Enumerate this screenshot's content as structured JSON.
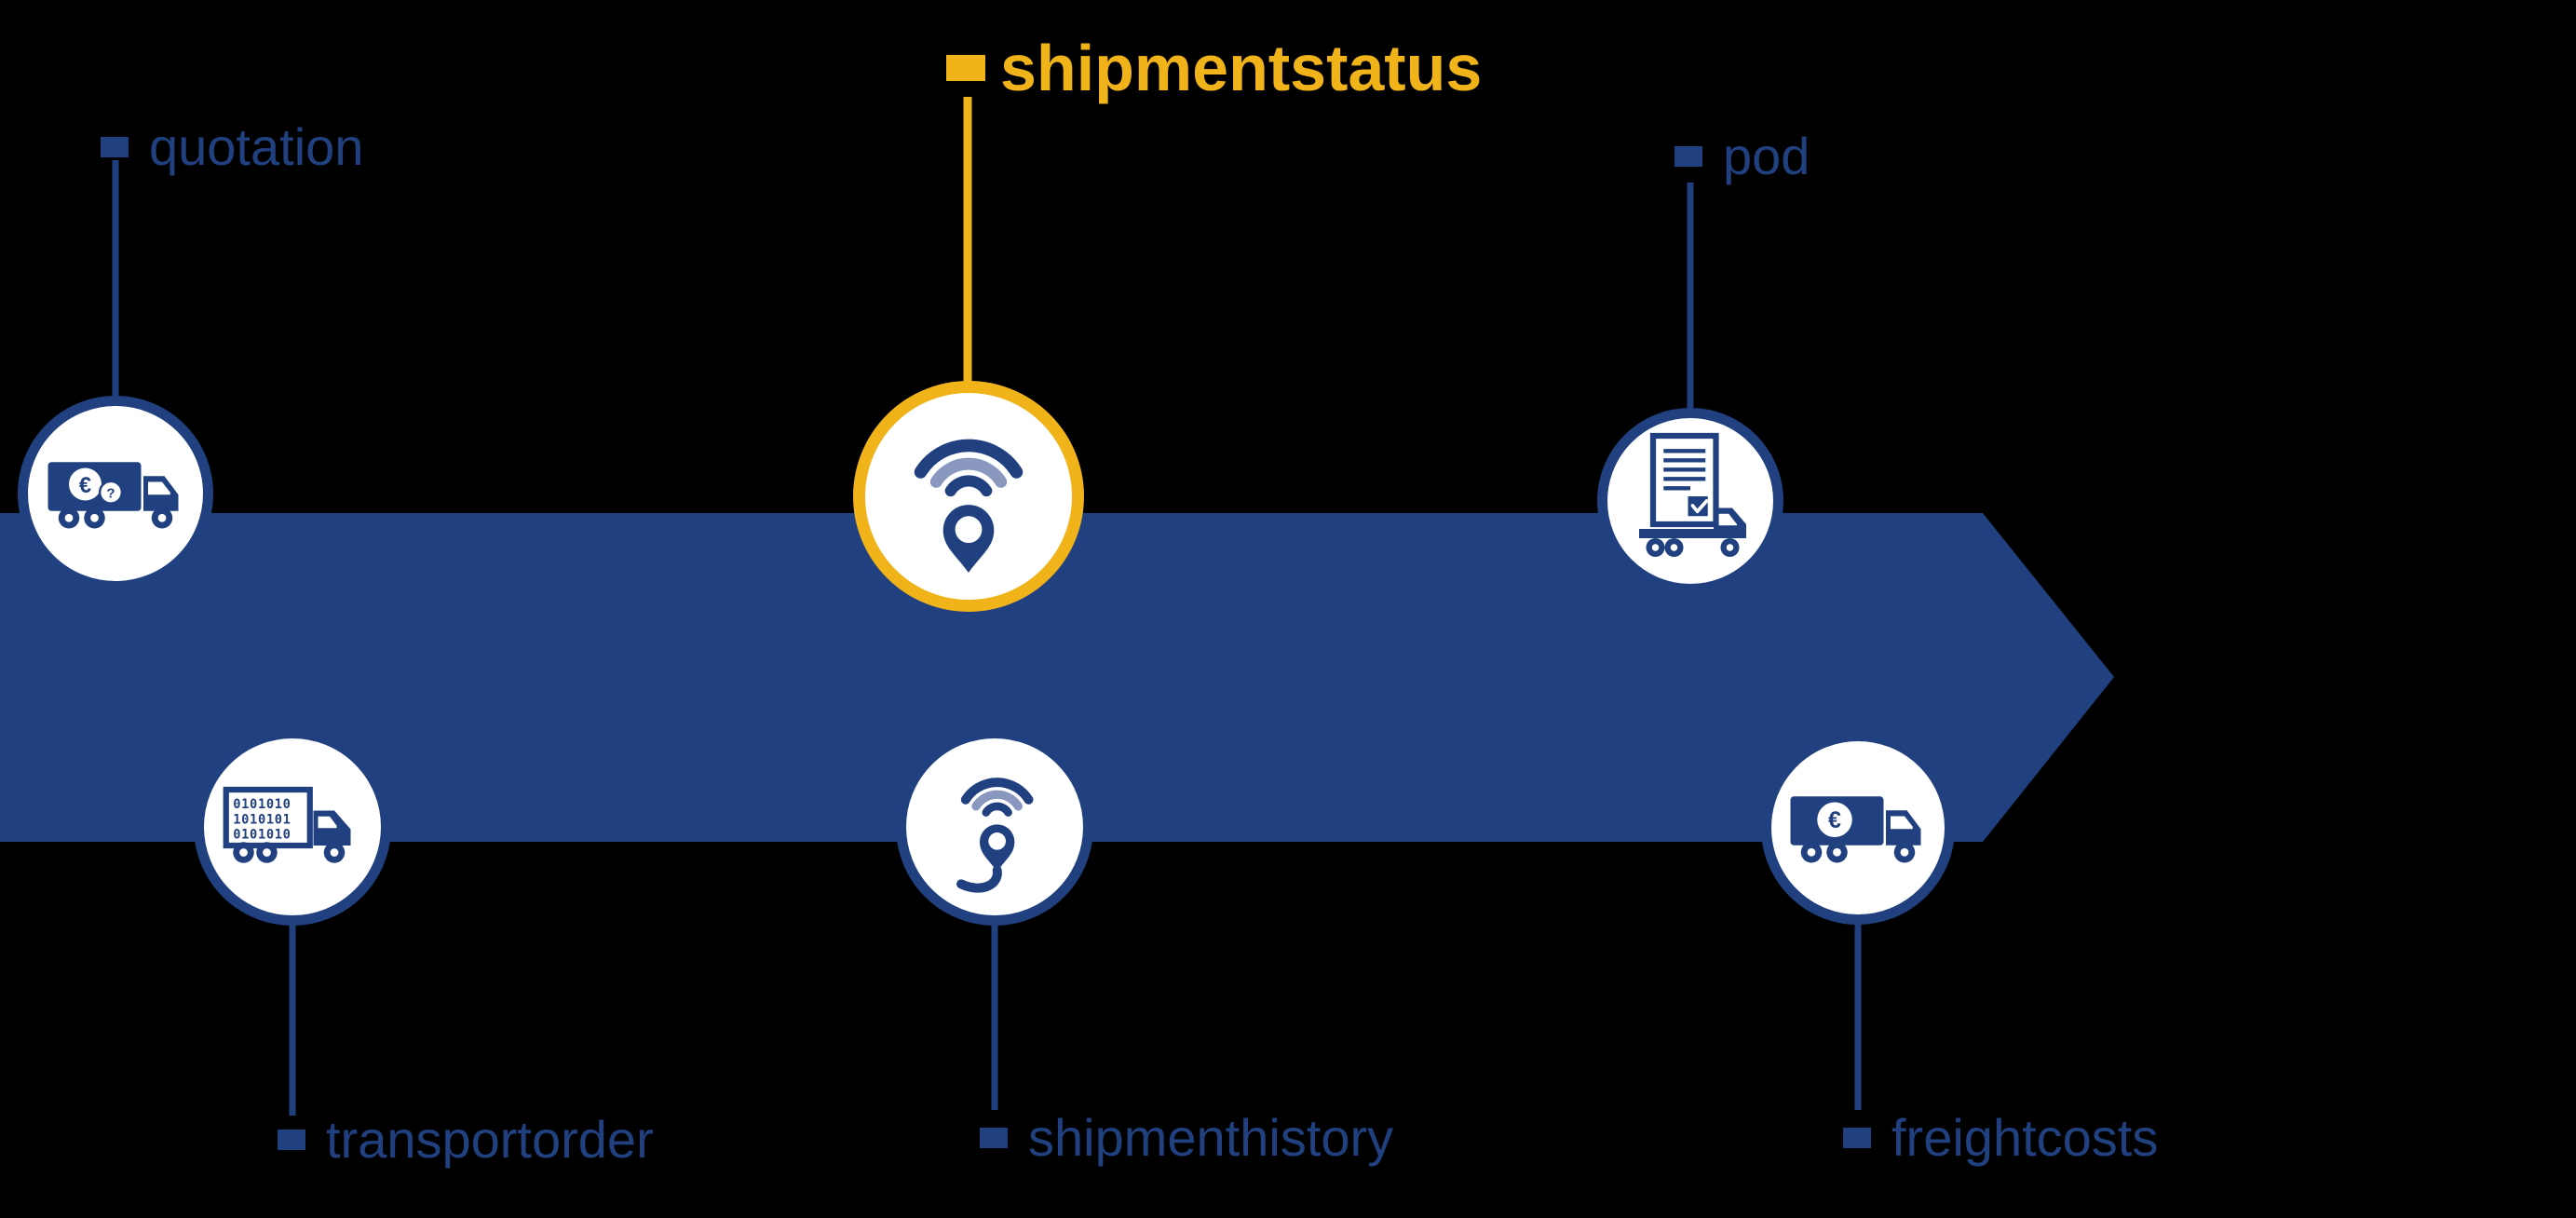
{
  "colors": {
    "navy": "#20407f",
    "gold": "#f0b31a",
    "slate": "#8a97bf",
    "white": "#ffffff"
  },
  "diagram": {
    "description": "shipment process flow arrow",
    "stages": [
      {
        "id": "quotation",
        "label": "quotation",
        "position": "top",
        "highlighted": false,
        "icon": "truck-euro-quote-icon",
        "coin_primary": "€",
        "coin_secondary": "?"
      },
      {
        "id": "transportorder",
        "label": "transportorder",
        "position": "bottom",
        "highlighted": false,
        "icon": "truck-binary-icon",
        "binary_lines": [
          "0101010",
          "1010101",
          "0101010"
        ]
      },
      {
        "id": "shipmentstatus",
        "label": "shipmentstatus",
        "position": "top",
        "highlighted": true,
        "icon": "gps-pin-wifi-icon"
      },
      {
        "id": "shipmenthistory",
        "label": "shipmenthistory",
        "position": "bottom",
        "highlighted": false,
        "icon": "gps-pin-route-icon"
      },
      {
        "id": "pod",
        "label": "pod",
        "position": "top",
        "highlighted": false,
        "icon": "document-check-truck-icon"
      },
      {
        "id": "freightcosts",
        "label": "freightcosts",
        "position": "bottom",
        "highlighted": false,
        "icon": "truck-euro-icon",
        "coin_primary": "€"
      }
    ]
  }
}
